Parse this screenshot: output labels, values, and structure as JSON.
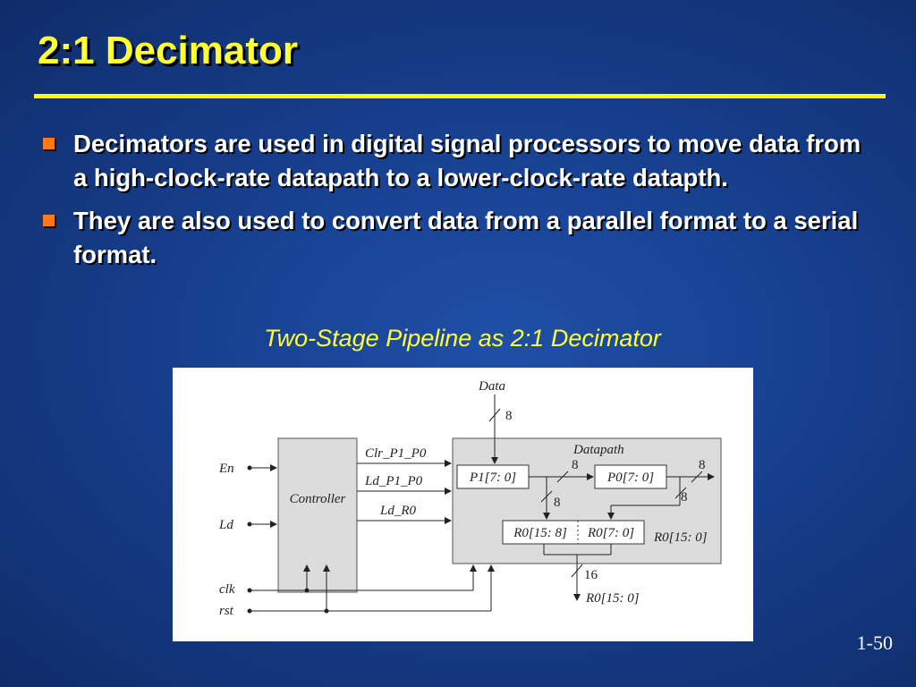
{
  "slide": {
    "title": "2:1 Decimator",
    "bullets": [
      "Decimators are used in digital signal processors to move data from a high-clock-rate datapath to a lower-clock-rate datapth.",
      "They are also used to convert data from a parallel format to a serial format."
    ],
    "figure_caption": "Two-Stage Pipeline as 2:1  Decimator",
    "page_number": "1-50"
  },
  "diagram": {
    "input_data": "Data",
    "bus_8": "8",
    "bus_16": "16",
    "datapath_label": "Datapath",
    "controller_label": "Controller",
    "signals": {
      "clr": "Clr_P1_P0",
      "ld_p1_p0": "Ld_P1_P0",
      "ld_r0": "Ld_R0"
    },
    "inputs": {
      "en": "En",
      "ld": "Ld",
      "clk": "clk",
      "rst": "rst"
    },
    "registers": {
      "p1": "P1[7: 0]",
      "p0": "P0[7: 0]",
      "r0_hi": "R0[15: 8]",
      "r0_lo": "R0[7: 0]",
      "r0_side": "R0[15: 0]",
      "r0_out": "R0[15: 0]"
    }
  },
  "colors": {
    "title": "#ffff33",
    "bullet_marker": "#ff7a1a",
    "rule": "#ffff00",
    "body_text": "#ffffff",
    "background": "#173f8e"
  }
}
